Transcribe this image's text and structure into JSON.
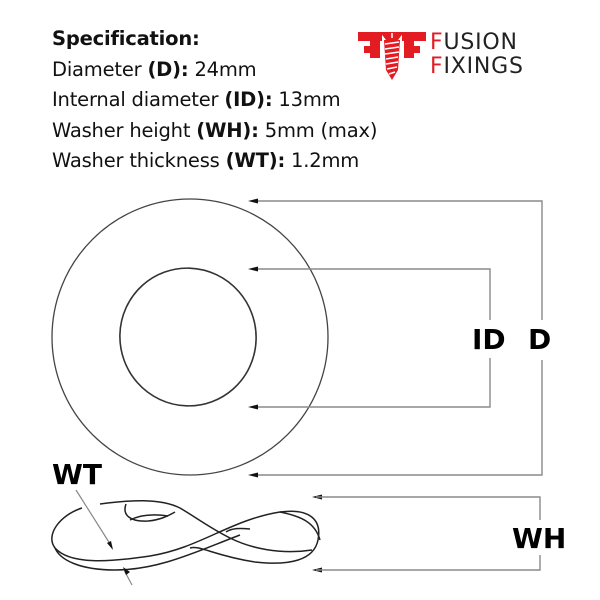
{
  "specification": {
    "title": "Specification:",
    "rows": [
      {
        "label": "Diameter ",
        "code": "(D):",
        "value": " 24mm"
      },
      {
        "label": "Internal diameter ",
        "code": "(ID):",
        "value": " 13mm"
      },
      {
        "label": "Washer height ",
        "code": "(WH):",
        "value": " 5mm (max)"
      },
      {
        "label": "Washer thickness ",
        "code": "(WT):",
        "value": " 1.2mm"
      }
    ]
  },
  "brand": {
    "line1_first": "F",
    "line1_rest": "USION",
    "line2_first": "F",
    "line2_rest": "IXINGS",
    "accent_color": "#e31b23"
  },
  "diagram": {
    "labels": {
      "id": "ID",
      "d": "D",
      "wt": "WT",
      "wh": "WH"
    },
    "line_color": "#8a8a8a",
    "outline_color": "#333333"
  }
}
